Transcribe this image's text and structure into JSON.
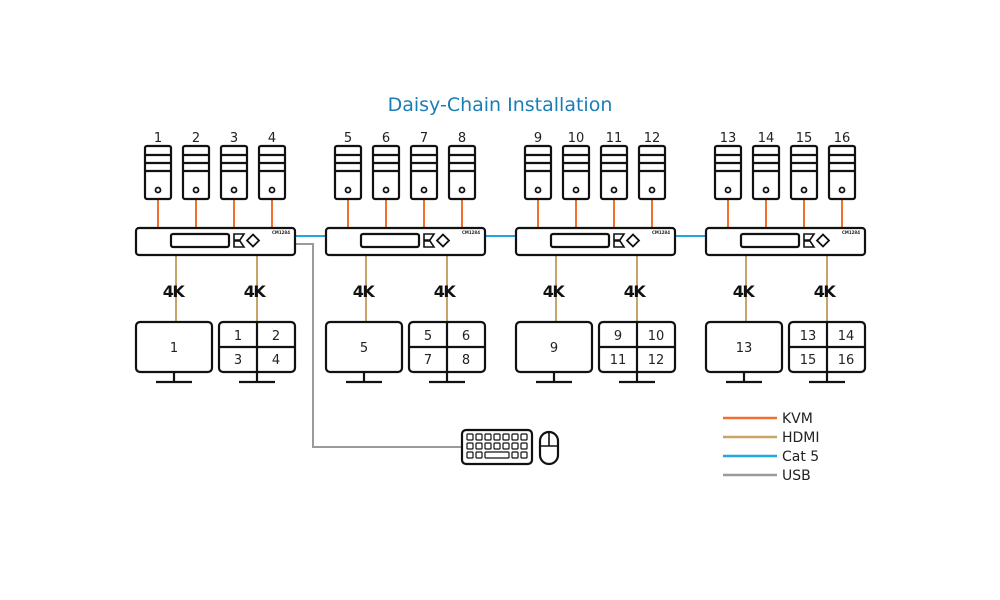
{
  "title": "Daisy-Chain Installation",
  "colors": {
    "kvm": "#f07030",
    "hdmi": "#c9a46a",
    "cat5": "#22a6e0",
    "usb": "#9a9a9a",
    "title": "#1b7db5"
  },
  "groups": [
    {
      "computers": [
        "1",
        "2",
        "3",
        "4"
      ],
      "model": "CM1284",
      "res_single": "4K",
      "res_quad": "4K",
      "single_monitor": "1",
      "quad_monitor": [
        "1",
        "2",
        "3",
        "4"
      ]
    },
    {
      "computers": [
        "5",
        "6",
        "7",
        "8"
      ],
      "model": "CM1284",
      "res_single": "4K",
      "res_quad": "4K",
      "single_monitor": "5",
      "quad_monitor": [
        "5",
        "6",
        "7",
        "8"
      ]
    },
    {
      "computers": [
        "9",
        "10",
        "11",
        "12"
      ],
      "model": "CM1284",
      "res_single": "4K",
      "res_quad": "4K",
      "single_monitor": "9",
      "quad_monitor": [
        "9",
        "10",
        "11",
        "12"
      ]
    },
    {
      "computers": [
        "13",
        "14",
        "15",
        "16"
      ],
      "model": "CM1284",
      "res_single": "4K",
      "res_quad": "4K",
      "single_monitor": "13",
      "quad_monitor": [
        "13",
        "14",
        "15",
        "16"
      ]
    }
  ],
  "legend": [
    {
      "label": "KVM",
      "color": "#f07030"
    },
    {
      "label": "HDMI",
      "color": "#c9a46a"
    },
    {
      "label": "Cat 5",
      "color": "#22a6e0"
    },
    {
      "label": "USB",
      "color": "#9a9a9a"
    }
  ],
  "peripherals": {
    "keyboard": "keyboard-icon",
    "mouse": "mouse-icon"
  }
}
